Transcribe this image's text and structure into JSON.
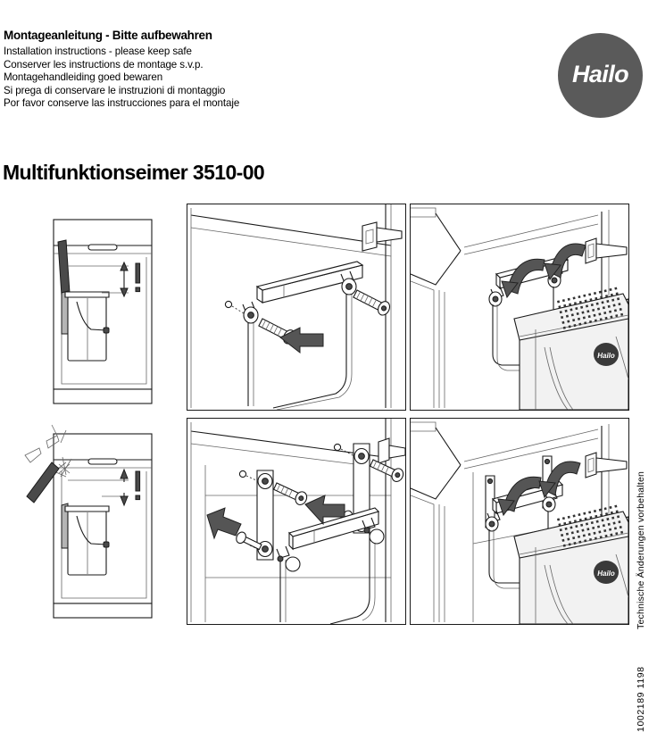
{
  "document": {
    "header": {
      "title": "Montageanleitung - Bitte aufbewahren",
      "translations": [
        "Installation instructions - please keep safe",
        "Conserver les instructions de montage s.v.p.",
        "Montagehandleiding goed bewaren",
        "Si prega di conservare le instruzioni di montaggio",
        "Por favor conserve las instrucciones para el montaje"
      ]
    },
    "brand": {
      "name": "Hailo",
      "logo_shape": "circle",
      "logo_color": "#5a5a5a",
      "logo_text_color": "#ffffff",
      "badge_label": "Hailo"
    },
    "product_title": "Multifunktionseimer 3510-00",
    "footer": {
      "disclaimer": "Technische Änderungen vorbehalten",
      "code": "1002189  1198"
    },
    "panels": [
      {
        "id": "cabinet-clearance",
        "position": "top-left",
        "caption": "",
        "annotation_symbol": "!",
        "bordered": false,
        "description": "Side view of cabinet with bin and vertical clearance dimension arrow"
      },
      {
        "id": "cabinet-collision",
        "position": "bottom-left",
        "caption": "",
        "annotation_symbol": "!",
        "bordered": false,
        "description": "Side view of cabinet showing door collision warning with starburst"
      },
      {
        "id": "bracket-mount",
        "position": "top-middle",
        "caption": "",
        "bordered": true,
        "description": "Mounting rail attached to cabinet door with two screws, push arrow"
      },
      {
        "id": "bin-hang",
        "position": "top-right",
        "caption": "",
        "bordered": true,
        "description": "Bin with perforated lid hooked onto the mounted rail, rotation arrows"
      },
      {
        "id": "plate-mount",
        "position": "bottom-middle",
        "caption": "",
        "bordered": true,
        "description": "Two vertical mounting plates with screws and rail, push arrows"
      },
      {
        "id": "bin-hang-alt",
        "position": "bottom-right",
        "caption": "",
        "bordered": true,
        "description": "Bin hung on vertical plate variant, rotation arrows"
      }
    ],
    "colors": {
      "line": "#1a1a1a",
      "arrow": "#555555",
      "logo": "#5a5a5a",
      "panel_fill": "#ffffff"
    }
  }
}
